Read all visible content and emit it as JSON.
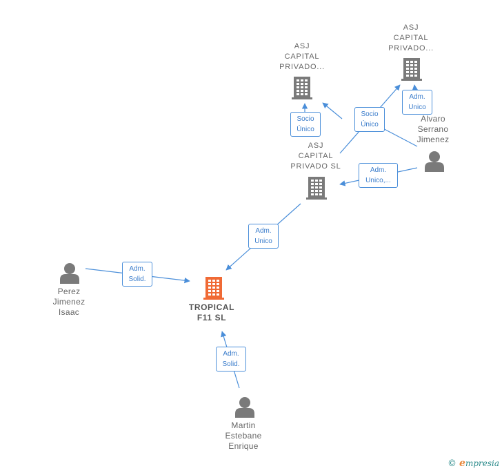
{
  "nodes": {
    "asj_top_left": {
      "lines": [
        "ASJ",
        "CAPITAL",
        "PRIVADO..."
      ]
    },
    "asj_top_right": {
      "lines": [
        "ASJ",
        "CAPITAL",
        "PRIVADO..."
      ]
    },
    "asj_middle": {
      "lines": [
        "ASJ",
        "CAPITAL",
        "PRIVADO  SL"
      ]
    },
    "tropical": {
      "lines": [
        "TROPICAL",
        "F11  SL"
      ]
    },
    "alvaro": {
      "lines": [
        "Alvaro",
        "Serrano",
        "Jimenez"
      ]
    },
    "perez": {
      "lines": [
        "Perez",
        "Jimenez",
        "Isaac"
      ]
    },
    "martin": {
      "lines": [
        "Martin",
        "Estebane",
        "Enrique"
      ]
    }
  },
  "edges": {
    "socio_unico_left": {
      "lines": [
        "Socio",
        "Único"
      ]
    },
    "socio_unico_right": {
      "lines": [
        "Socio",
        "Único"
      ]
    },
    "adm_unico_top": {
      "lines": [
        "Adm.",
        "Unico"
      ]
    },
    "adm_unico_middle": {
      "lines": [
        "Adm.",
        "Unico,..."
      ]
    },
    "adm_unico_lower": {
      "lines": [
        "Adm.",
        "Unico"
      ]
    },
    "adm_solid_perez": {
      "lines": [
        "Adm.",
        "Solid."
      ]
    },
    "adm_solid_martin": {
      "lines": [
        "Adm.",
        "Solid."
      ]
    }
  },
  "colors": {
    "edge": "#4a8ed9",
    "building": "#7a7a7a",
    "building_main": "#f06a35",
    "person": "#7a7a7a"
  },
  "brand": {
    "copyright": "©",
    "name_initial": "e",
    "name_rest": "mpresia"
  }
}
